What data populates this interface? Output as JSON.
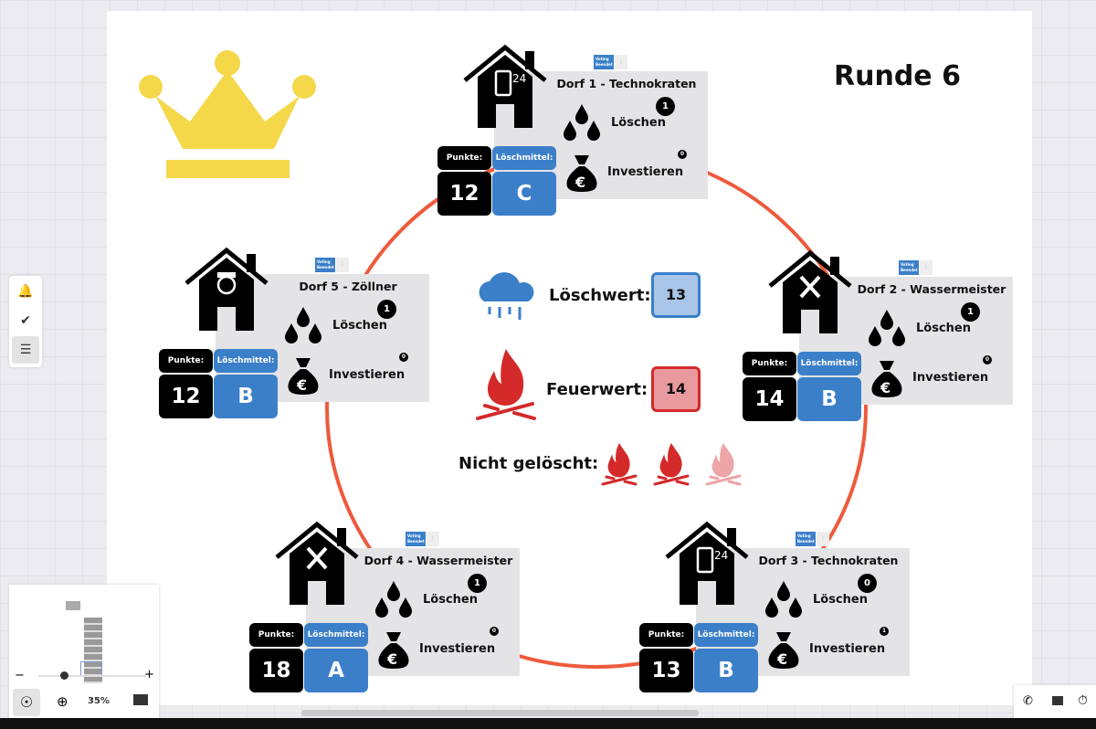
{
  "round": "Runde 6",
  "center": {
    "loeschwert_label": "Löschwert:",
    "loeschwert_value": "13",
    "feuerwert_label": "Feuerwert:",
    "feuerwert_value": "14",
    "nicht_geloescht_label": "Nicht gelöscht:",
    "fires_active": 2,
    "fires_total": 3
  },
  "colors": {
    "blue": "#3b7fc9",
    "ring": "#ee5a3c",
    "fire": "#d42a2a",
    "crown": "#f4d84a"
  },
  "labels": {
    "punkte": "Punkte:",
    "loeschmittel": "Löschmittel:",
    "loeschen": "Löschen",
    "investieren": "Investieren",
    "voting": "Voting Beendet"
  },
  "villages": [
    {
      "title": "Dorf 1 - Technokraten",
      "icon": "phone-24-icon",
      "punkte": "12",
      "loeschmittel": "C",
      "loeschen_votes": "1",
      "investieren_votes": "0"
    },
    {
      "title": "Dorf 2 - Wassermeister",
      "icon": "tools-icon",
      "punkte": "14",
      "loeschmittel": "B",
      "loeschen_votes": "1",
      "investieren_votes": "0"
    },
    {
      "title": "Dorf 3 - Technokraten",
      "icon": "phone-24-icon",
      "punkte": "13",
      "loeschmittel": "B",
      "loeschen_votes": "0",
      "investieren_votes": "1"
    },
    {
      "title": "Dorf 4 - Wassermeister",
      "icon": "tools-icon",
      "punkte": "18",
      "loeschmittel": "A",
      "loeschen_votes": "1",
      "investieren_votes": "0"
    },
    {
      "title": "Dorf 5 - Zöllner",
      "icon": "officer-icon",
      "punkte": "12",
      "loeschmittel": "B",
      "loeschen_votes": "1",
      "investieren_votes": "0"
    }
  ],
  "zoom": {
    "level": "35%",
    "slider_fraction": 0.2
  }
}
